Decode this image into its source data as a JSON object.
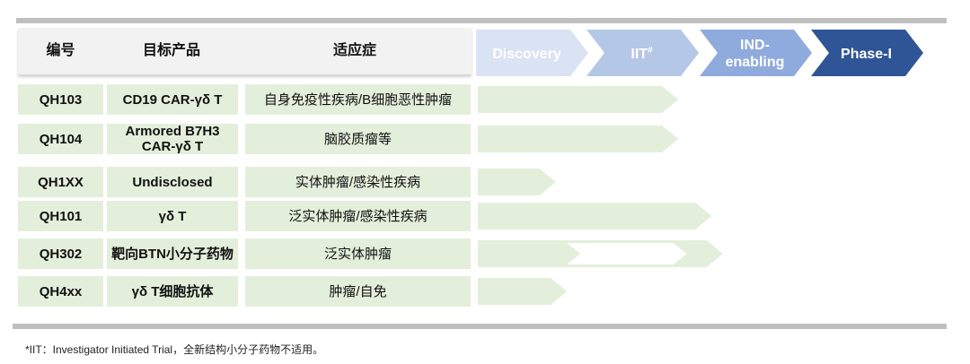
{
  "columns": [
    "编号",
    "目标产品",
    "适应症"
  ],
  "rows": [
    {
      "id": "QH103",
      "product": "CD19 CAR-γδ T",
      "indication": "自身免疫性疾病/B细胞恶性肿瘤"
    },
    {
      "id": "QH104",
      "product": "Armored B7H3\nCAR-γδ T",
      "indication": "脑胶质瘤等"
    },
    {
      "id": "QH1XX",
      "product": "Undisclosed",
      "indication": "实体肿瘤/感染性疾病"
    },
    {
      "id": "QH101",
      "product": "γδ T",
      "indication": "泛实体肿瘤/感染性疾病"
    },
    {
      "id": "QH302",
      "product": "靶向BTN小分子药物",
      "indication": "泛实体肿瘤"
    },
    {
      "id": "QH4xx",
      "product": "γδ T细胞抗体",
      "indication": "肿瘤/自免"
    }
  ],
  "phases": [
    {
      "label": "Discovery",
      "sup": "",
      "color": "#dae3f3"
    },
    {
      "label": "IIT",
      "sup": "#",
      "color": "#b4c7e7"
    },
    {
      "label": "IND-\nenabling",
      "sup": "",
      "color": "#8faadc"
    },
    {
      "label": "Phase-I",
      "sup": "",
      "color": "#2f5597"
    }
  ],
  "colors": {
    "progress_fill": "#e3efdb",
    "progress_gap": "#ffffff"
  },
  "chart_data": {
    "type": "bar",
    "orientation": "horizontal",
    "stages": [
      "Discovery",
      "IIT",
      "IND-enabling",
      "Phase-I"
    ],
    "categories": [
      "QH103",
      "QH104",
      "QH1XX",
      "QH101",
      "QH302",
      "QH4xx"
    ],
    "values": [
      1.8,
      1.8,
      0.7,
      2.1,
      2.2,
      0.8
    ],
    "segments_note_free": true,
    "skipped_ranges": [
      null,
      null,
      null,
      null,
      [
        0.8,
        1.9
      ],
      null
    ]
  },
  "footnote": "*IIT：Investigator Initiated Trial，全新结构小分子药物不适用。"
}
